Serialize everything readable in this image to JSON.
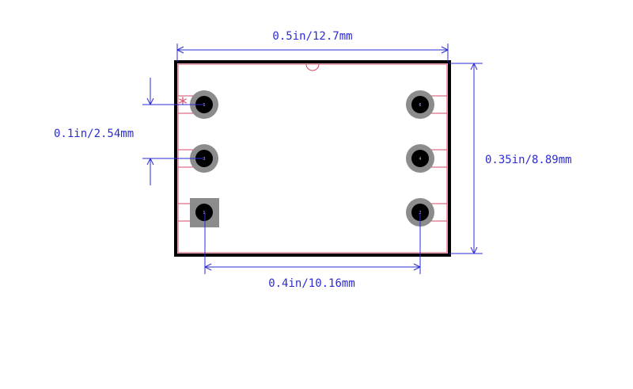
{
  "dimensions": {
    "width_label": "0.5in/12.7mm",
    "height_label": "0.35in/8.89mm",
    "pitch_label": "0.1in/2.54mm",
    "row_spacing_label": "0.4in/10.16mm"
  },
  "pins": [
    {
      "number": "1",
      "shape": "square"
    },
    {
      "number": "2",
      "shape": "round"
    },
    {
      "number": "3",
      "shape": "round"
    },
    {
      "number": "4",
      "shape": "round"
    },
    {
      "number": "5",
      "shape": "round"
    },
    {
      "number": "6",
      "shape": "round"
    }
  ],
  "pin1_marker": "*",
  "colors": {
    "outline": "#000000",
    "silkscreen": "#d64a6a",
    "dimension": "#2b2bd6",
    "pad": "#8c8c8c",
    "hole": "#000000"
  }
}
